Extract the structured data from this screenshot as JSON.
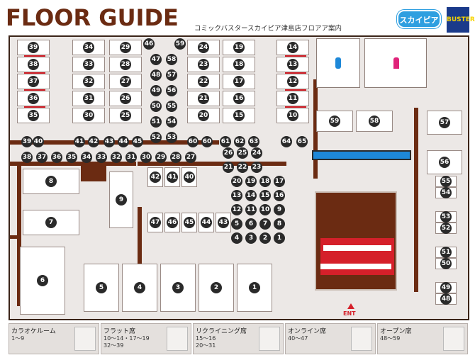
{
  "header": {
    "title": "FLOOR GUIDE",
    "subtitle": "コミックバスタースカイピア津島店フロアア案内",
    "logo_text": "スカイピア"
  },
  "entrance": {
    "label": "ENT"
  },
  "seats": {
    "flat_left_col": [
      "39",
      "38",
      "37",
      "36",
      "35"
    ],
    "flat_col2": [
      "34",
      "33",
      "32",
      "31",
      "30"
    ],
    "flat_col3": [
      "29",
      "28",
      "27",
      "26",
      "25"
    ],
    "mid_col_a": [
      "46",
      "47",
      "48",
      "49",
      "50",
      "51",
      "52"
    ],
    "mid_col_b": [
      "59",
      "58",
      "57",
      "56",
      "55",
      "54",
      "53"
    ],
    "right_col_a": [
      "24",
      "23",
      "22",
      "21",
      "20"
    ],
    "right_col_b": [
      "19",
      "18",
      "17",
      "16",
      "15"
    ],
    "right_col_c": [
      "14",
      "13",
      "12",
      "11",
      "10"
    ],
    "row_bottom": [
      "38",
      "37",
      "36",
      "35",
      "34",
      "33",
      "32",
      "31",
      "30",
      "29",
      "28",
      "27"
    ],
    "row_bottom_top": [
      "39",
      "40",
      "41",
      "42",
      "43",
      "44",
      "45"
    ],
    "row_mid_right": [
      "60",
      "60",
      "61",
      "62",
      "63",
      "64",
      "65"
    ],
    "cluster": [
      [
        "26",
        "25",
        "24"
      ],
      [
        "21",
        "22",
        "23"
      ],
      [
        "20",
        "19",
        "18",
        "17"
      ],
      [
        "13",
        "14",
        "15",
        "16"
      ],
      [
        "12",
        "11",
        "10",
        "9"
      ],
      [
        "5",
        "6",
        "7",
        "8"
      ],
      [
        "4",
        "3",
        "2",
        "1"
      ]
    ],
    "inner_row_1": [
      "42",
      "41",
      "40"
    ],
    "inner_row_2": [
      "47",
      "46",
      "45",
      "44",
      "43"
    ],
    "karaoke_rooms": [
      "8",
      "7",
      "9",
      "6",
      "5",
      "4",
      "3",
      "2",
      "1"
    ],
    "right_wall": [
      "57",
      "56",
      "55",
      "54",
      "53",
      "52",
      "51",
      "50",
      "49",
      "48"
    ],
    "top_booths": [
      "59",
      "58"
    ]
  },
  "legend": [
    {
      "title": "カラオケルーム",
      "range": "1〜9",
      "icon": "microphone-icon"
    },
    {
      "title": "フラット席",
      "range": "10〜14・17〜19\n32〜39",
      "icon": "flat-mat-icon"
    },
    {
      "title": "リクライニング席",
      "range": "15〜16\n20〜31",
      "icon": "reclining-chair-icon"
    },
    {
      "title": "オンライン席",
      "range": "40〜47",
      "icon": "office-chair-icon"
    },
    {
      "title": "オープン席",
      "range": "48〜59",
      "icon": "sofa-icon"
    }
  ],
  "colors": {
    "wall": "#6b2b12",
    "floor": "#ece8e6",
    "accent_red": "#d5202a",
    "water": "#1e88d8",
    "logo_blue": "#2f9fe0"
  }
}
